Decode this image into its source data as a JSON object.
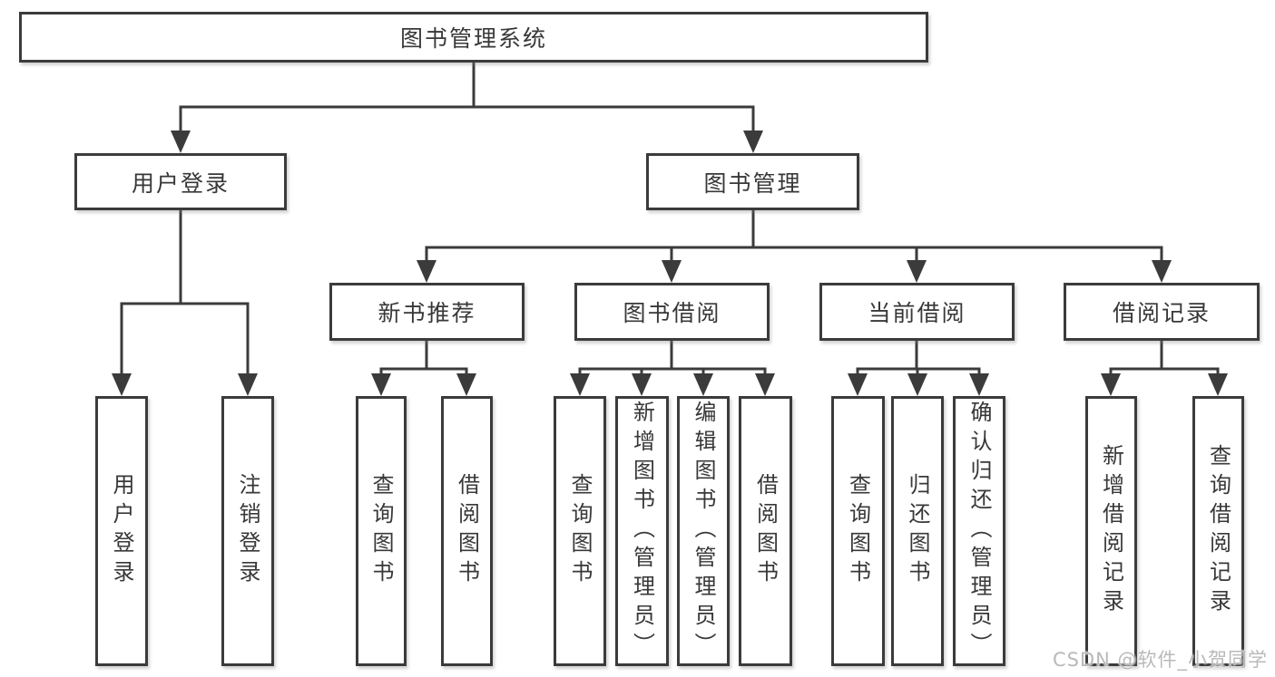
{
  "root": {
    "label": "图书管理系统"
  },
  "branches": {
    "user_login": {
      "label": "用户登录",
      "children": {
        "login": {
          "label": "用户登录"
        },
        "logout": {
          "label": "注销登录"
        }
      }
    },
    "book_management": {
      "label": "图书管理",
      "children": {
        "new_book_recommend": {
          "label": "新书推荐",
          "children": {
            "query_books": {
              "label": "查询图书"
            },
            "borrow_books": {
              "label": "借阅图书"
            }
          }
        },
        "book_borrowing": {
          "label": "图书借阅",
          "children": {
            "query_books": {
              "label": "查询图书"
            },
            "add_books_admin": {
              "label": "新增图书（管理员）"
            },
            "edit_books_admin": {
              "label": "编辑图书（管理员）"
            },
            "borrow_books": {
              "label": "借阅图书"
            }
          }
        },
        "current_borrowing": {
          "label": "当前借阅",
          "children": {
            "query_books": {
              "label": "查询图书"
            },
            "return_books": {
              "label": "归还图书"
            },
            "confirm_return_admin": {
              "label": "确认归还（管理员）"
            }
          }
        },
        "borrowing_records": {
          "label": "借阅记录",
          "children": {
            "add_record": {
              "label": "新增借阅记录"
            },
            "query_record": {
              "label": "查询借阅记录"
            }
          }
        }
      }
    }
  },
  "watermark": {
    "text": "CSDN @软件_小贺同学"
  },
  "colors": {
    "line": "#3b3b3b",
    "text": "#383838",
    "watermark": "#b9b9b9"
  }
}
